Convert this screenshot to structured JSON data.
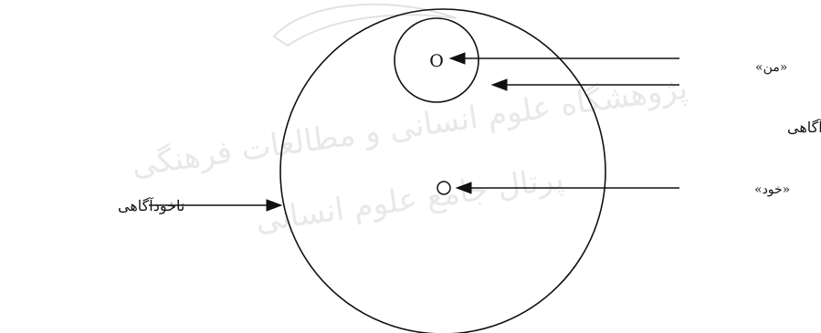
{
  "labels": {
    "ego_letter": "O",
    "ego_label": "«من»",
    "conscious_label": "خودآگاهی",
    "self_label": "«خود»",
    "unconscious_label": "ناخودآگاهی"
  },
  "watermark": {
    "line1": "پژوهشگاه علوم انسانی و مطالعات فرهنگی",
    "line2": "پرتال جامع علوم انسانی"
  },
  "colors": {
    "stroke": "#111111",
    "watermark": "#d9d9d9",
    "background": "#ffffff"
  }
}
